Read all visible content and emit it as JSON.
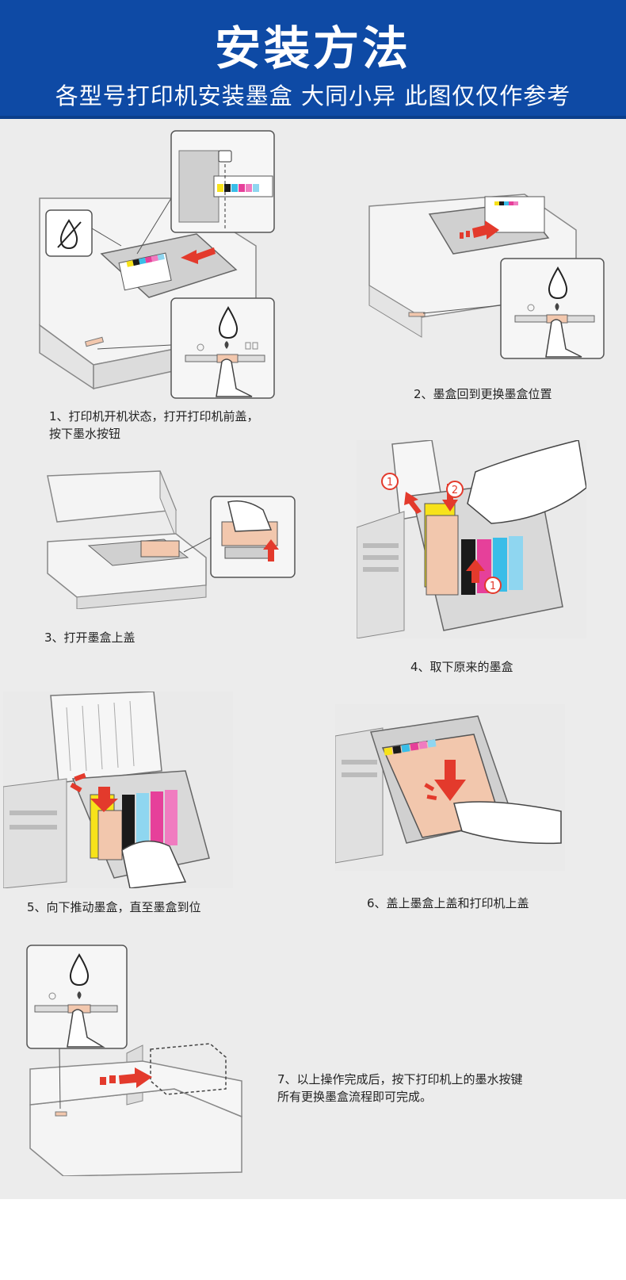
{
  "header": {
    "title": "安装方法",
    "subtitle": "各型号打印机安装墨盒 大同小异 此图仅仅作参考"
  },
  "steps": [
    {
      "caption_line1": "1、打印机开机状态，打开打印机前盖，",
      "caption_line2": "按下墨水按钮"
    },
    {
      "caption_line1": "2、墨盒回到更换墨盒位置"
    },
    {
      "caption_line1": "3、打开墨盒上盖"
    },
    {
      "caption_line1": "4、取下原来的墨盒"
    },
    {
      "caption_line1": "5、向下推动墨盒，直至墨盒到位"
    },
    {
      "caption_line1": "6、盖上墨盒上盖和打印机上盖"
    },
    {
      "caption_line1": "7、以上操作完成后，按下打印机上的墨水按键",
      "caption_line2": "所有更换墨盒流程即可完成。"
    }
  ],
  "markers": {
    "one": "1",
    "two": "2"
  },
  "colors": {
    "header_bg": "#0e4aa5",
    "arrow_red": "#e33a2c",
    "cartridge_peach": "#f2c7ad",
    "ink_yellow": "#f7e21a",
    "ink_black": "#1a1a1a",
    "ink_cyan": "#39bde8",
    "ink_magenta": "#e6409a",
    "ink_lightmagenta": "#f07cc0",
    "ink_lightcyan": "#8fd6f0"
  },
  "icons": [
    "ink-drop-icon",
    "no-ink-icon",
    "power-icon",
    "paper-icon",
    "red-arrow-icon",
    "hand-icon"
  ]
}
